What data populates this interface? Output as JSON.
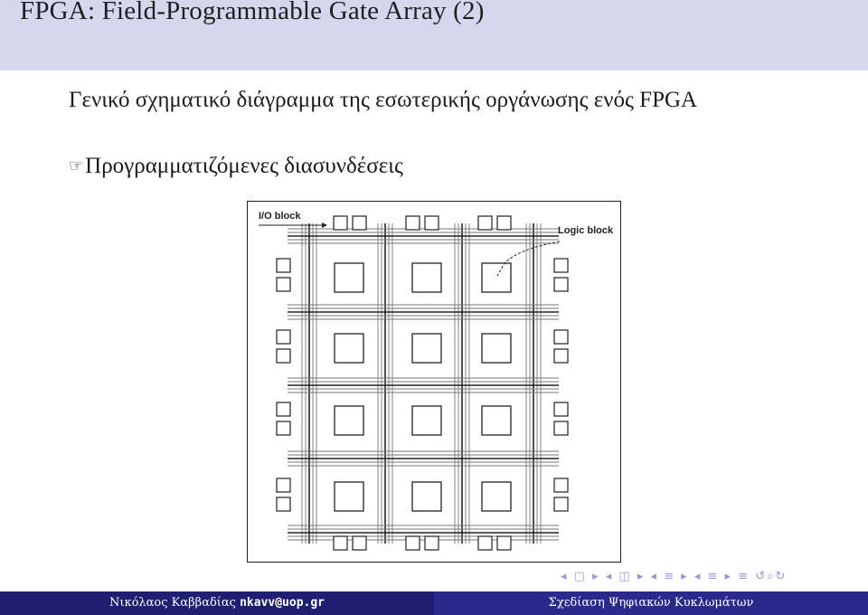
{
  "header": {
    "title": "FPGA: Field-Programmable Gate Array (2)"
  },
  "content": {
    "paragraph": "Γενικό σχηματικό διάγραμμα της εσωτερικής οργάνωσης ενός FPGA",
    "bullet_icon": "pointing-hand-icon",
    "bullet_text": "Προγραμματιζόμενες διασυνδέσεις"
  },
  "figure": {
    "io_label": "I/O block",
    "logic_label": "Logic block",
    "logic_rows": 4,
    "logic_cols": 3
  },
  "nav": {
    "icons": [
      "nav-frame-prev-icon",
      "nav-frame-next-icon",
      "nav-subsection-icon",
      "nav-section-icon",
      "nav-align-icon",
      "nav-search-icon"
    ]
  },
  "footer": {
    "author": "Νικόλαος Καββαδίας",
    "email": "nkavv@uop.gr",
    "course": "Σχεδίαση Ψηφιακών Κυκλωμάτων"
  },
  "colors": {
    "title_bar": "#d6d6ef",
    "footer_bg": "#1f1f72",
    "nav": "#9a9ac8"
  }
}
